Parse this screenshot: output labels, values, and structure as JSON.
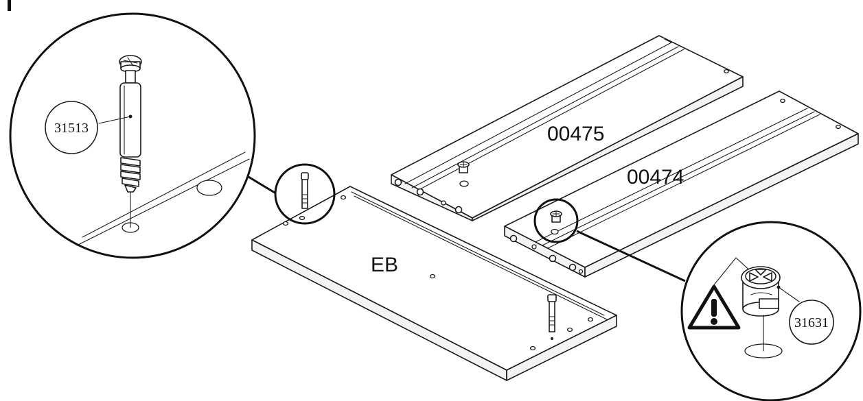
{
  "labels": {
    "panel_eb": "EB",
    "panel_upper": "00475",
    "panel_lower": "00474",
    "part_bolt": "31513",
    "part_cam": "31631"
  }
}
